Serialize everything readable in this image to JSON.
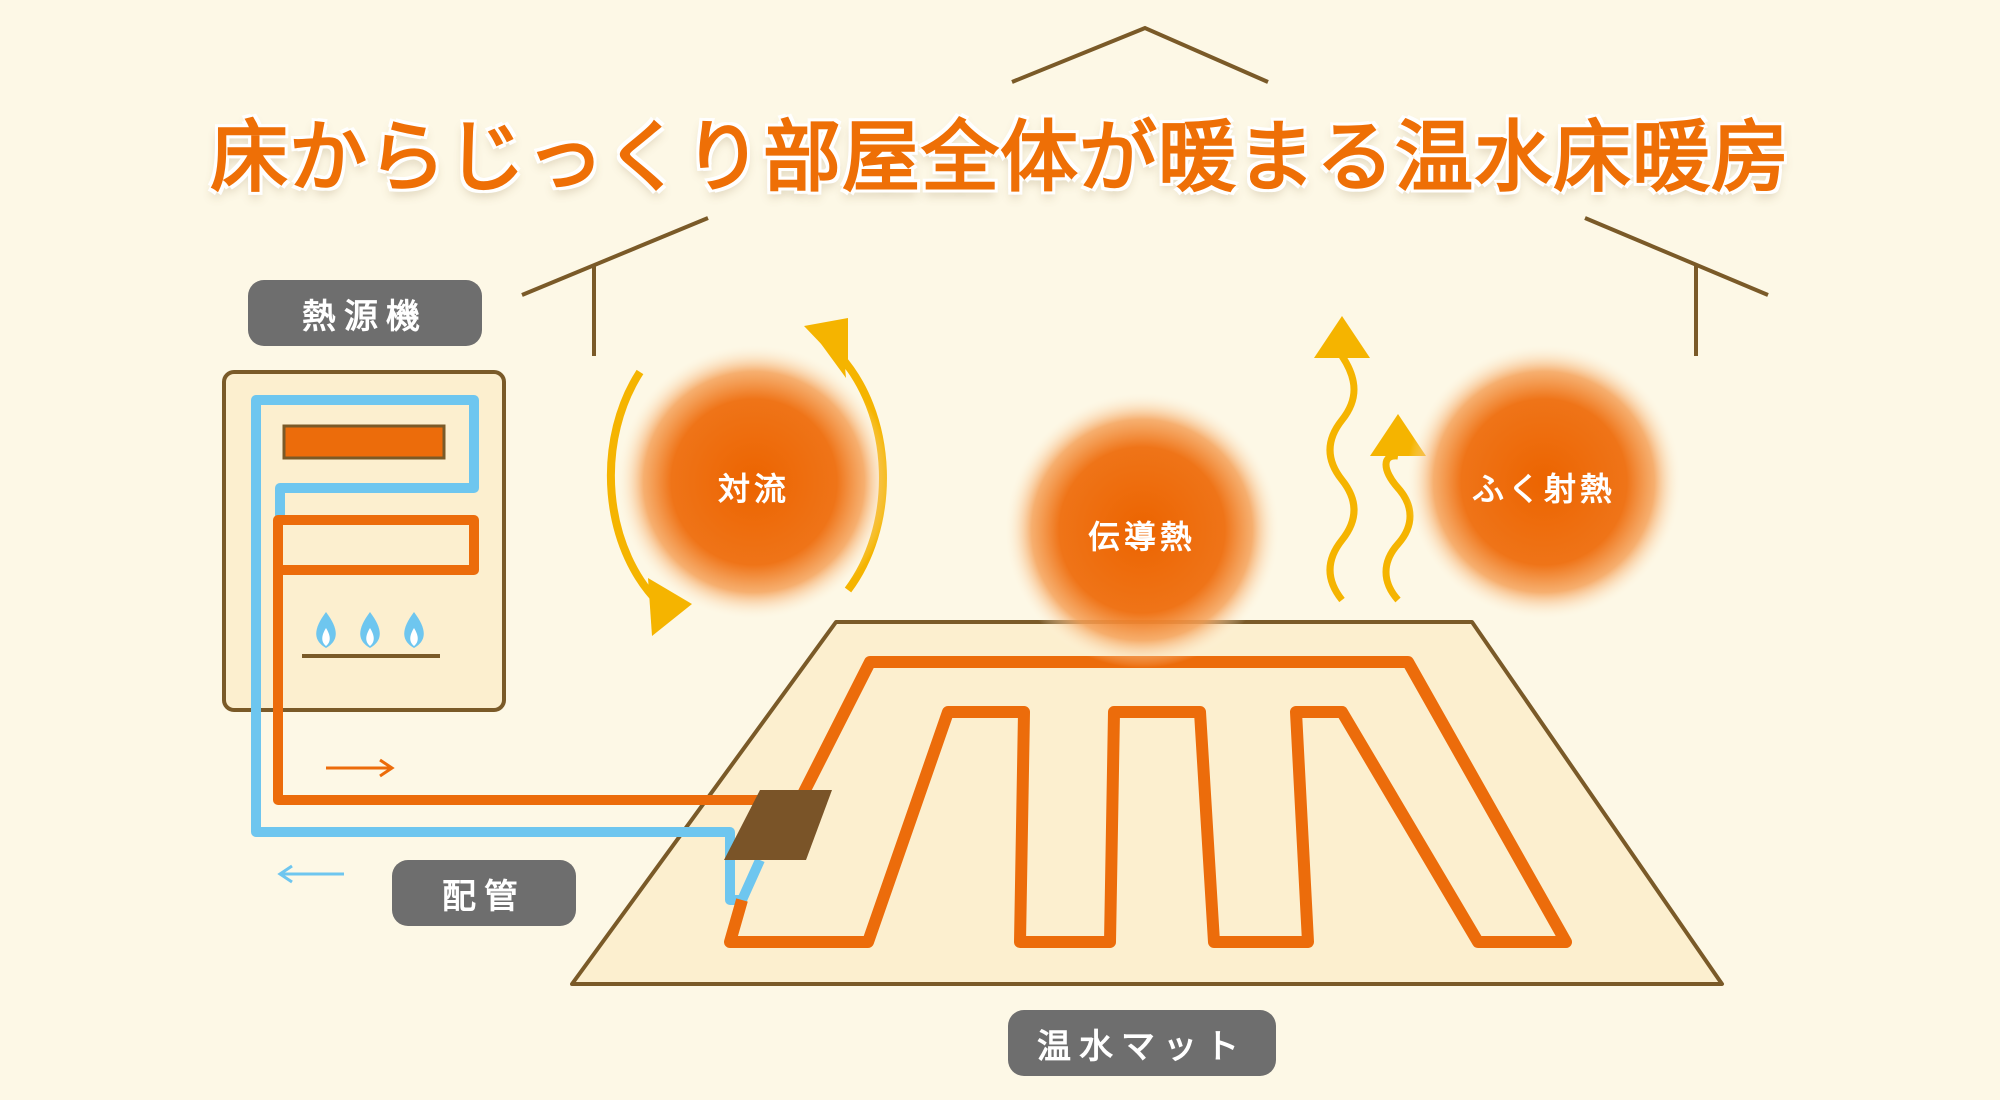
{
  "title": "床からじっくり部屋全体が暖まる温水床暖房",
  "labels": {
    "heat_source": "熱源機",
    "piping": "配管",
    "mat": "温水マット"
  },
  "heat_modes": {
    "convection": "対流",
    "conduction": "伝導熱",
    "radiation": "ふく射熱"
  },
  "colors": {
    "background": "#fdf8e6",
    "accent_orange": "#ee6f06",
    "hot_pipe": "#ec6c0b",
    "cold_pipe": "#6ec6ef",
    "arrow_yellow": "#f5b400",
    "outline_brown": "#7a5a28",
    "label_gray": "#6e6e6e"
  },
  "icons": [
    "flame-icon",
    "flame-icon",
    "flame-icon",
    "flow-right-arrow-icon",
    "flow-left-arrow-icon"
  ]
}
